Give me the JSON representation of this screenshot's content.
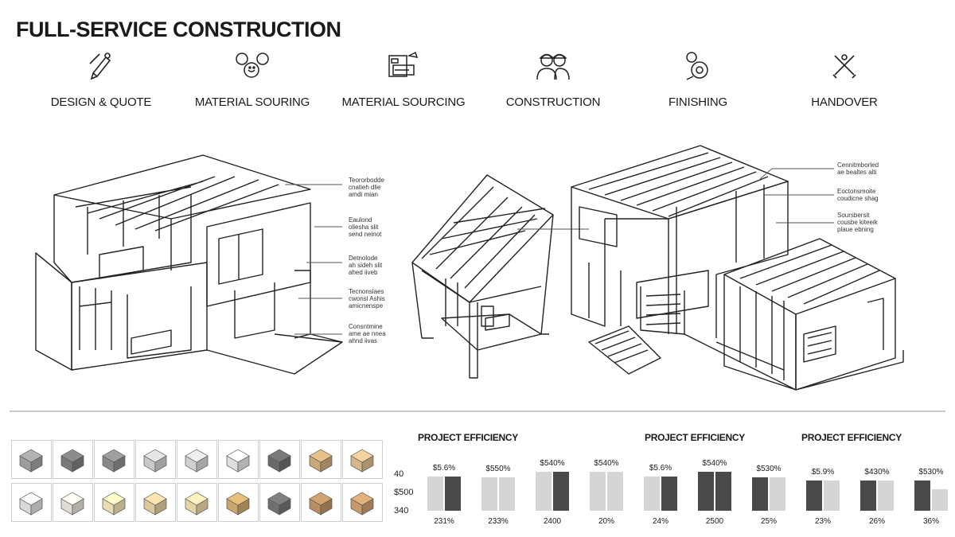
{
  "title": "FULL-SERVICE CONSTRUCTION",
  "steps": [
    {
      "label": "DESIGN & QUOTE",
      "icon": "pencil-ruler-icon"
    },
    {
      "label": "MATERIAL SOURING",
      "icon": "materials-icon"
    },
    {
      "label": "MATERIAL SOURCING",
      "icon": "truck-icon"
    },
    {
      "label": "CONSTRUCTION",
      "icon": "workers-icon"
    },
    {
      "label": "FINISHING",
      "icon": "paint-icon"
    },
    {
      "label": "HANDOVER",
      "icon": "keys-icon"
    }
  ],
  "callouts_left": [
    [
      "Teororbodde",
      "cnatieh dlie",
      "amdi mian"
    ],
    [
      "Eaulond",
      "oliesha slit",
      "send neinot"
    ],
    [
      "Detnolode",
      "ah sideh slit",
      "ahed iiveb"
    ],
    [
      "Tecnonsiaes",
      "cwonsl Ashis",
      "amicnenspe"
    ],
    [
      "Consntmine",
      "ame ae nnea",
      "ahnd iivas"
    ]
  ],
  "callouts_right": [
    [
      "Cennitmborled",
      "ae bealtes alti"
    ],
    [
      "Eoctonsmoite",
      "coudicne shag"
    ],
    [
      "Soursbersit",
      "cousbe kiteeik",
      "plaue ebning"
    ]
  ],
  "charts": {
    "title": "PROJECT EFFICIENCY",
    "yticks": [
      "40",
      "$500",
      "340"
    ],
    "bars": [
      {
        "top": "$5.6%",
        "bottom": "231%",
        "a": 0.75,
        "b": 0.75,
        "a_color": "#d5d5d5",
        "b_color": "#4a4a4a"
      },
      {
        "top": "$550%",
        "bottom": "233%",
        "a": 0.72,
        "b": 0.72,
        "a_color": "#d5d5d5",
        "b_color": "#d5d5d5"
      },
      {
        "top": "$540%",
        "bottom": "2400",
        "a": 0.85,
        "b": 0.85,
        "a_color": "#d5d5d5",
        "b_color": "#4a4a4a"
      },
      {
        "top": "$540%",
        "bottom": "20%",
        "a": 0.85,
        "b": 0.85,
        "a_color": "#d5d5d5",
        "b_color": "#d5d5d5"
      },
      {
        "top": "$5.6%",
        "bottom": "24%",
        "a": 0.75,
        "b": 0.75,
        "a_color": "#d5d5d5",
        "b_color": "#4a4a4a"
      },
      {
        "top": "$540%",
        "bottom": "2500",
        "a": 0.85,
        "b": 0.85,
        "a_color": "#4a4a4a",
        "b_color": "#4a4a4a"
      },
      {
        "top": "$530%",
        "bottom": "25%",
        "a": 0.72,
        "b": 0.72,
        "a_color": "#4a4a4a",
        "b_color": "#d5d5d5"
      },
      {
        "top": "$5.9%",
        "bottom": "23%",
        "a": 0.65,
        "b": 0.65,
        "a_color": "#4a4a4a",
        "b_color": "#d5d5d5"
      },
      {
        "top": "$430%",
        "bottom": "26%",
        "a": 0.65,
        "b": 0.65,
        "a_color": "#4a4a4a",
        "b_color": "#d5d5d5"
      },
      {
        "top": "$530%",
        "bottom": "36%",
        "a": 0.65,
        "b": 0.47,
        "a_color": "#4a4a4a",
        "b_color": "#d5d5d5"
      }
    ]
  },
  "swatches": [
    [
      "#9c9c9c",
      "#7a7a7a",
      "#8a8a8a",
      "#c8c8c8",
      "#d0d0d0",
      "#dedede",
      "#6a6a6a",
      "#c9a877",
      "#d6b78a"
    ],
    [
      "#d9d9d9",
      "#e0dcd5",
      "#e8dcb0",
      "#dcc79a",
      "#e6d3a6",
      "#c9a56a",
      "#6f6f6f",
      "#b88f60",
      "#c69a6b"
    ]
  ]
}
